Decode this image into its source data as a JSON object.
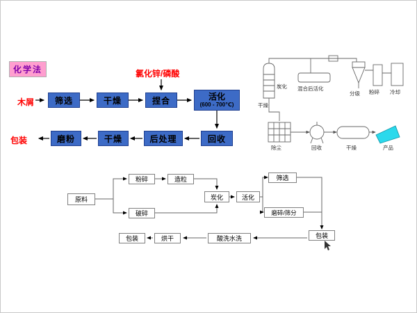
{
  "canvas": {
    "background": "#ffffff",
    "border": "#c8c8c8"
  },
  "chemical_chart": {
    "method_label": "化学法",
    "reagent_label": "氯化锌/磷酸",
    "input_label": "木屑",
    "output_label": "包装",
    "step_screening": "筛选",
    "step_drying1": "干燥",
    "step_kneading": "捏合",
    "activation_line1": "活化",
    "activation_line2": "(600 - 700℃)",
    "step_recovery": "回收",
    "step_posttreatment": "后处理",
    "step_drying2": "干燥",
    "step_milling": "磨粉",
    "colors": {
      "box_bg": "#3D6BC6",
      "box_border": "#1E3E8F",
      "red_text": "#FF0000",
      "badge_bg": "#FF9ECF",
      "badge_text": "#8000A8"
    }
  },
  "equipment_diagram": {
    "label_carbonization": "炭化",
    "label_drying_top": "干燥",
    "label_mix_activation": "混合后活化",
    "label_classification": "分级",
    "label_pulverizing": "粉碎",
    "label_cooling": "冷却",
    "label_dedusting": "除尘",
    "label_recovery": "回收",
    "label_drying_bottom": "干燥",
    "label_product": "产品",
    "product_flag_color": "#2BD9EC"
  },
  "physical_chart": {
    "raw_material": "原料",
    "pulverize": "粉碎",
    "granulate": "造粒",
    "crush": "破碎",
    "carbonize": "炭化",
    "activate": "活化",
    "screen": "筛选",
    "grind_sieve": "磨碎/筛分",
    "package_right": "包装",
    "acid_water_wash": "酸洗水洗",
    "dry": "烘干",
    "package_left": "包装"
  }
}
